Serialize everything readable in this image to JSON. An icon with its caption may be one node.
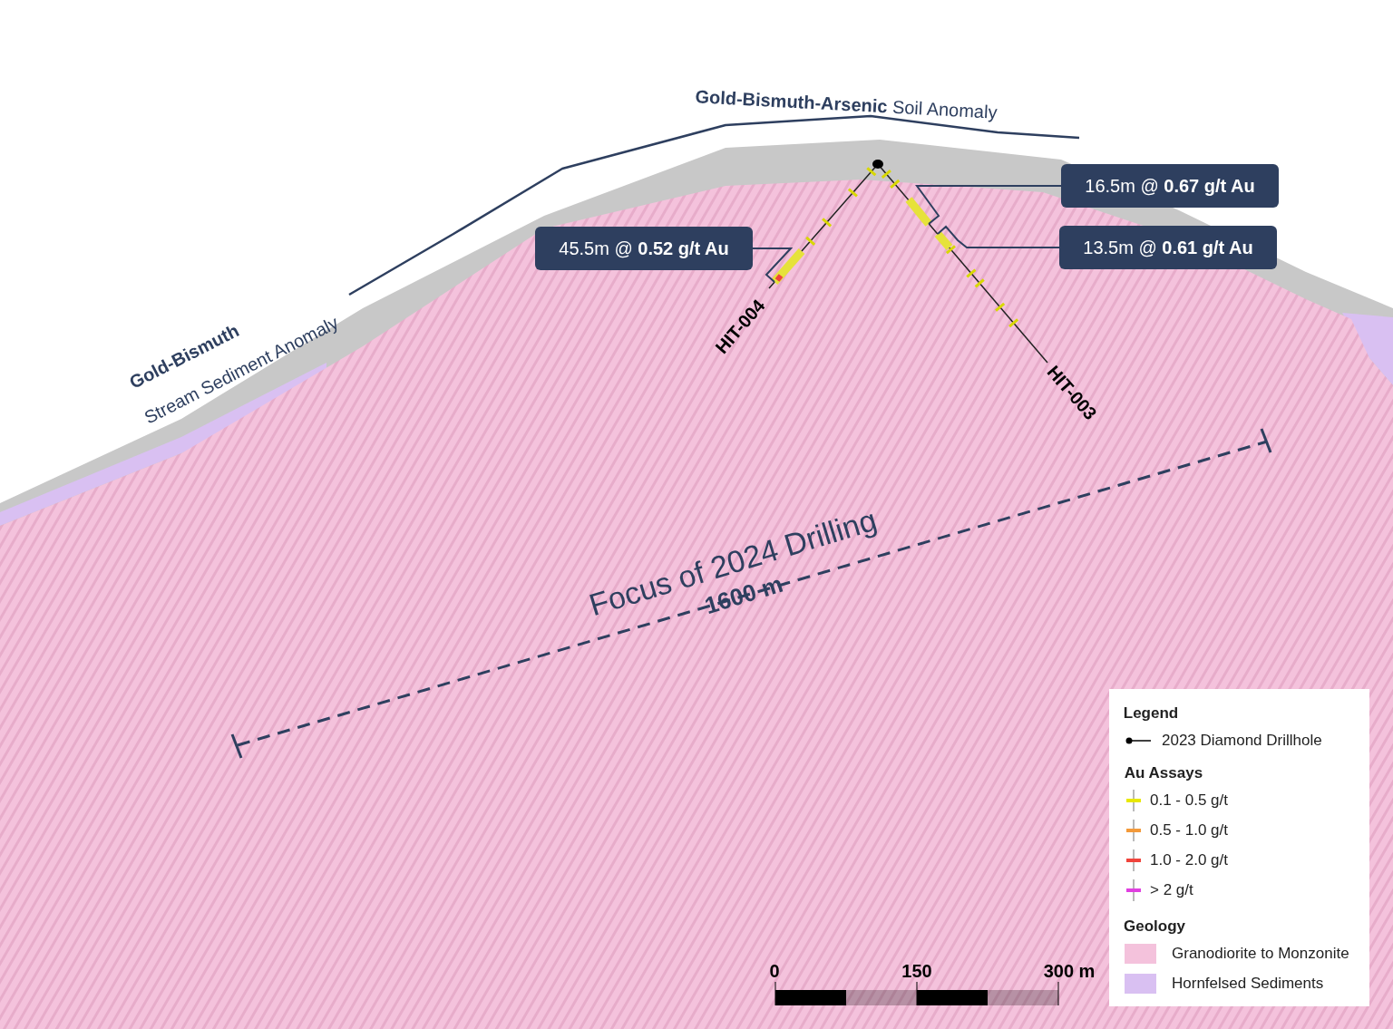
{
  "diagram": {
    "nodes": [
      {
        "text": [
          "16.5m @ **0.67 g/t Au**"
        ]
      },
      {
        "text": [
          "45.5m @ **0.52 g/t Au**"
        ]
      },
      {
        "text": [
          "13.5m @ **0.61 g/t Au**"
        ]
      },
      {
        "text": [],
        "shape": "bar"
      },
      {
        "text": [],
        "shape": "bar"
      },
      {
        "text": [],
        "shape": "bar"
      }
    ],
    "edges": [
      {
        "from": 0,
        "to": 3,
        "arrow": "none"
      },
      {
        "from": 1,
        "to": 5,
        "arrow": "none"
      },
      {
        "from": 2,
        "to": 4,
        "arrow": "none"
      }
    ],
    "labels": [
      "**Gold-Bismuth-Arsenic** Soil Anomaly",
      "Gold-Bismuth",
      "Stream Sediment Anomaly",
      "HIT-004",
      "HIT-003",
      "Focus of 2024 Drilling",
      "1600 m",
      "Legend",
      "Au Assays",
      "Geology",
      "0",
      "150",
      "300 m"
    ],
    "legend": [
      {
        "text": "2023 Diamond Drillhole"
      },
      {
        "text": "0.1 - 0.5 g/t",
        "color": "#e8e800"
      },
      {
        "text": "0.5 - 1.0 g/t",
        "color": "#f39a3a"
      },
      {
        "text": "1.0 - 2.0 g/t",
        "color": "#f0443c"
      },
      {
        "text": "> 2 g/t",
        "color": "#e040e0"
      },
      {
        "text": "Granodiorite to Monzonite",
        "color": "#f4c2dc"
      },
      {
        "text": "Hornfelsed Sediments",
        "color": "#d9c0f2"
      }
    ]
  }
}
